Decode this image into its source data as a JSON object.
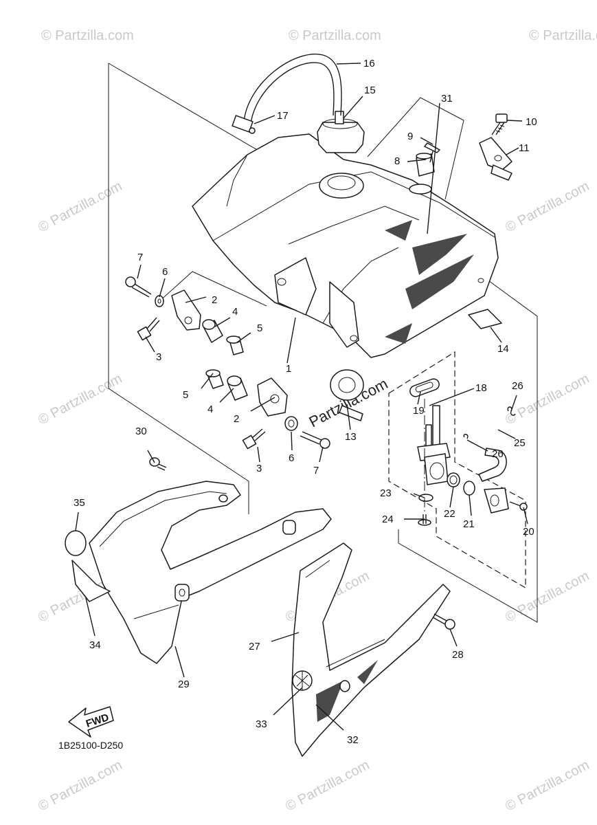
{
  "diagram": {
    "code": "1B25100-D250",
    "fwd_label": "FWD",
    "callouts": [
      {
        "id": "c1",
        "text": "1"
      },
      {
        "id": "c2a",
        "text": "2"
      },
      {
        "id": "c2b",
        "text": "2"
      },
      {
        "id": "c3a",
        "text": "3"
      },
      {
        "id": "c3b",
        "text": "3"
      },
      {
        "id": "c4a",
        "text": "4"
      },
      {
        "id": "c4b",
        "text": "4"
      },
      {
        "id": "c5a",
        "text": "5"
      },
      {
        "id": "c5b",
        "text": "5"
      },
      {
        "id": "c6a",
        "text": "6"
      },
      {
        "id": "c6b",
        "text": "6"
      },
      {
        "id": "c7a",
        "text": "7"
      },
      {
        "id": "c7b",
        "text": "7"
      },
      {
        "id": "c8",
        "text": "8"
      },
      {
        "id": "c9",
        "text": "9"
      },
      {
        "id": "c10",
        "text": "10"
      },
      {
        "id": "c11",
        "text": "11"
      },
      {
        "id": "c13",
        "text": "13"
      },
      {
        "id": "c14",
        "text": "14"
      },
      {
        "id": "c15",
        "text": "15"
      },
      {
        "id": "c16",
        "text": "16"
      },
      {
        "id": "c17",
        "text": "17"
      },
      {
        "id": "c18",
        "text": "18"
      },
      {
        "id": "c19",
        "text": "19"
      },
      {
        "id": "c20",
        "text": "20"
      },
      {
        "id": "c21",
        "text": "21"
      },
      {
        "id": "c22",
        "text": "22"
      },
      {
        "id": "c23",
        "text": "23"
      },
      {
        "id": "c24",
        "text": "24"
      },
      {
        "id": "c25",
        "text": "25"
      },
      {
        "id": "c26a",
        "text": "26"
      },
      {
        "id": "c26b",
        "text": "26"
      },
      {
        "id": "c27",
        "text": "27"
      },
      {
        "id": "c28",
        "text": "28"
      },
      {
        "id": "c29",
        "text": "29"
      },
      {
        "id": "c30",
        "text": "30"
      },
      {
        "id": "c31",
        "text": "31"
      },
      {
        "id": "c32",
        "text": "32"
      },
      {
        "id": "c33",
        "text": "33"
      },
      {
        "id": "c34",
        "text": "34"
      },
      {
        "id": "c35",
        "text": "35"
      }
    ]
  },
  "watermark": {
    "text": "© Partzilla.com",
    "center_text": "Partzilla.com"
  }
}
